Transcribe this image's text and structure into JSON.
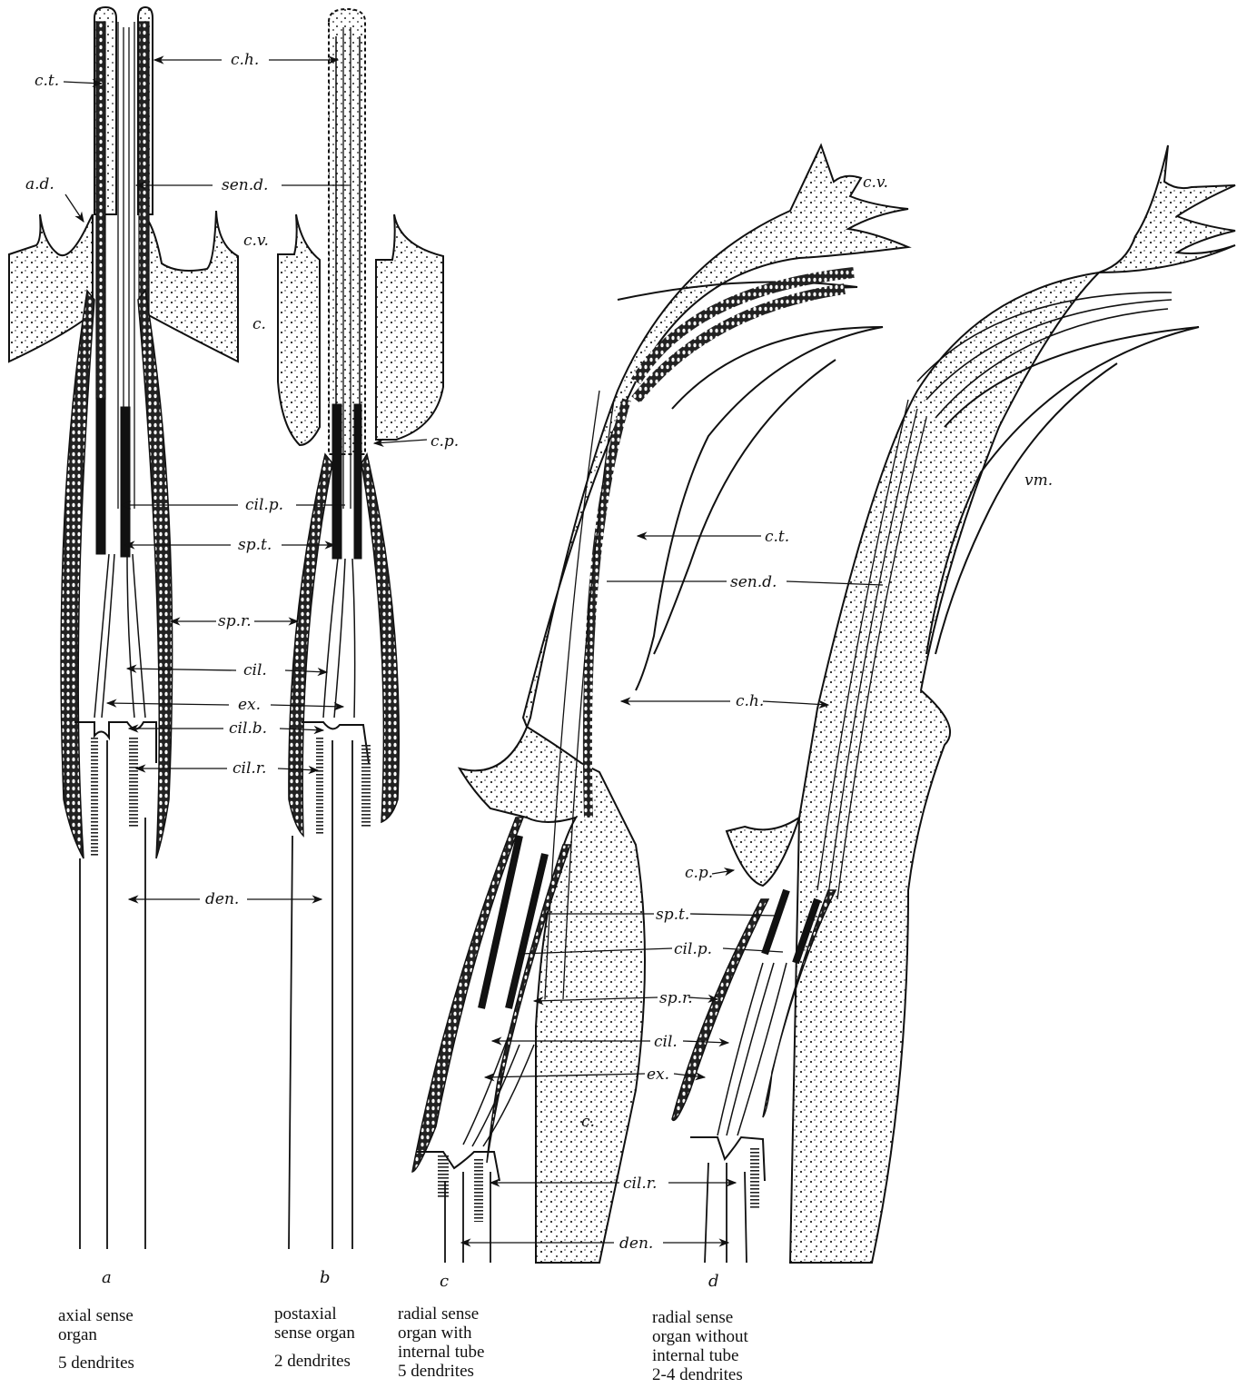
{
  "labels": {
    "ct": "c.t.",
    "ch": "c.h.",
    "ad": "a.d.",
    "send": "sen.d.",
    "cv": "c.v.",
    "c": "c.",
    "cp": "c.p.",
    "cilp": "cil.p.",
    "spt": "sp.t.",
    "spr": "sp.r.",
    "cil": "cil.",
    "ex": "ex.",
    "cilb": "cil.b.",
    "cilr": "cil.r.",
    "den": "den.",
    "vm": "vm."
  },
  "panels": [
    {
      "letter": "a",
      "caption": [
        "axial sense",
        "organ"
      ],
      "dendrites": "5 dendrites"
    },
    {
      "letter": "b",
      "caption": [
        "postaxial",
        "sense organ"
      ],
      "dendrites": "2 dendrites"
    },
    {
      "letter": "c",
      "caption": [
        "radial sense",
        "organ with",
        "internal tube"
      ],
      "dendrites": "5 dendrites"
    },
    {
      "letter": "d",
      "caption": [
        "radial sense",
        "organ without",
        "internal tube"
      ],
      "dendrites": "2-4 dendrites"
    }
  ]
}
